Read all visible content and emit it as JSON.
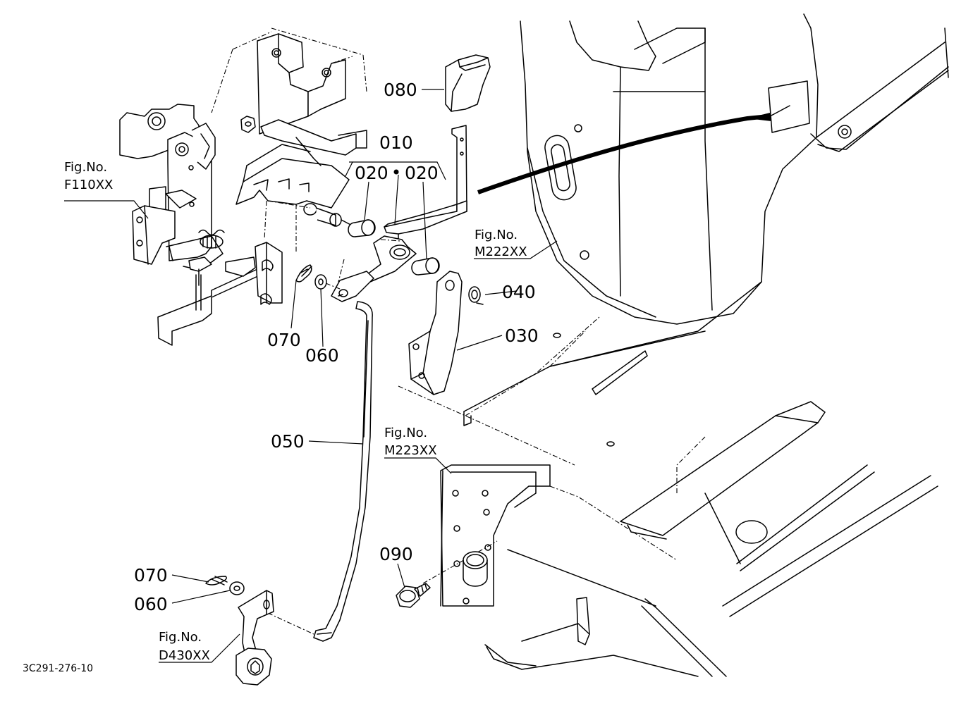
{
  "diagram": {
    "drawing_number": "3C291-276-10",
    "parts": [
      {
        "id": "p080",
        "label": "080"
      },
      {
        "id": "p010",
        "label": "010"
      },
      {
        "id": "p020a",
        "label": "020"
      },
      {
        "id": "p020b",
        "label": "020"
      },
      {
        "id": "p040",
        "label": "040"
      },
      {
        "id": "p030",
        "label": "030"
      },
      {
        "id": "p070a",
        "label": "070"
      },
      {
        "id": "p060a",
        "label": "060"
      },
      {
        "id": "p050",
        "label": "050"
      },
      {
        "id": "p090",
        "label": "090"
      },
      {
        "id": "p070b",
        "label": "070"
      },
      {
        "id": "p060b",
        "label": "060"
      }
    ],
    "figure_refs": [
      {
        "id": "f110",
        "line1": "Fig.No.",
        "line2": "F110XX"
      },
      {
        "id": "m222",
        "line1": "Fig.No.",
        "line2": "M222XX"
      },
      {
        "id": "m223",
        "line1": "Fig.No.",
        "line2": "M223XX"
      },
      {
        "id": "d430",
        "line1": "Fig.No.",
        "line2": "D430XX"
      }
    ]
  }
}
